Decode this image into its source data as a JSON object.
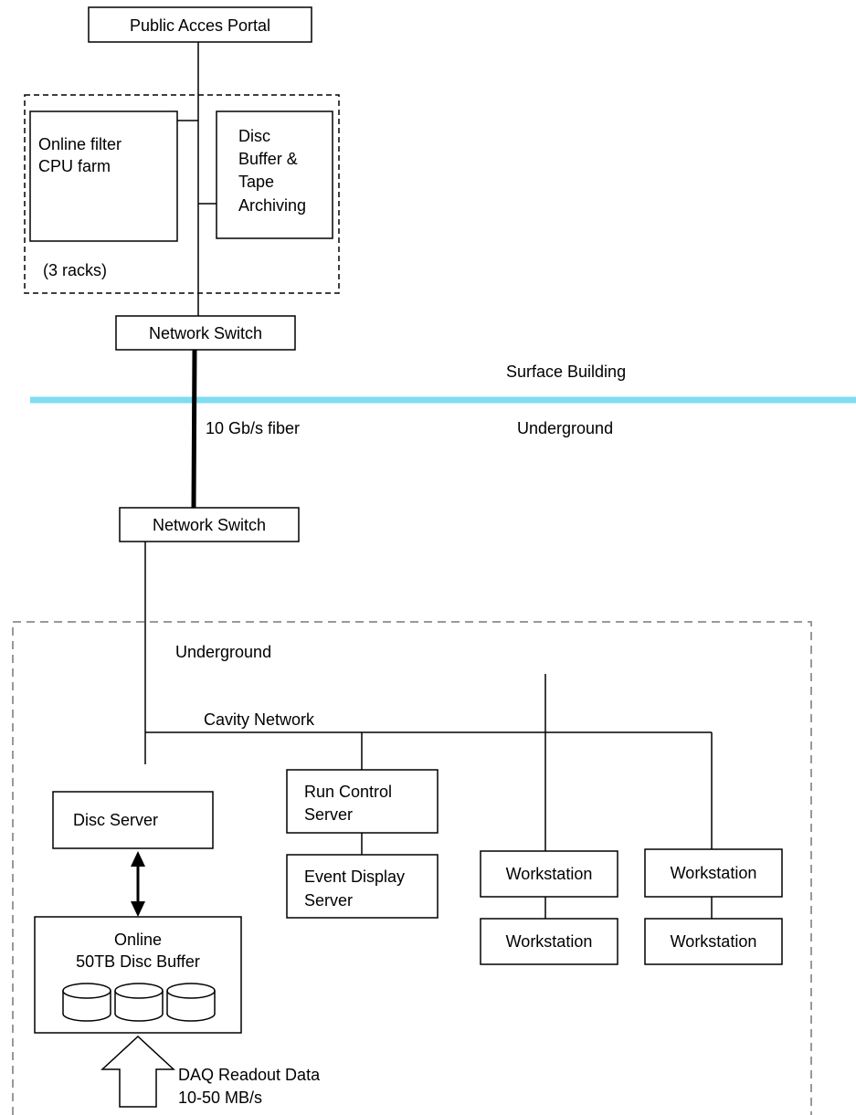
{
  "nodes": {
    "public_portal": "Public Acces Portal",
    "online_filter": [
      "Online filter",
      "CPU farm"
    ],
    "racks_note": "(3 racks)",
    "disc_buffer_tape": [
      "Disc",
      "Buffer &",
      "Tape",
      "Archiving"
    ],
    "network_switch_top": "Network Switch",
    "network_switch_bottom": "Network Switch",
    "disc_server": "Disc Server",
    "online_disc_buffer": [
      "Online",
      "50TB Disc Buffer"
    ],
    "run_control_server": [
      "Run Control",
      "Server"
    ],
    "event_display_server": [
      "Event Display",
      "Server"
    ],
    "workstations": [
      "Workstation",
      "Workstation",
      "Workstation",
      "Workstation"
    ]
  },
  "labels": {
    "surface_building": "Surface Building",
    "underground_right": "Underground",
    "fiber_link": "10 Gb/s fiber",
    "underground_region": "Underground",
    "cavity_network": "Cavity Network",
    "daq_input": [
      "DAQ Readout Data",
      "10-50 MB/s"
    ]
  },
  "colors": {
    "divider": "#7fdcf3",
    "region_border": "#999999",
    "line": "#000000"
  }
}
